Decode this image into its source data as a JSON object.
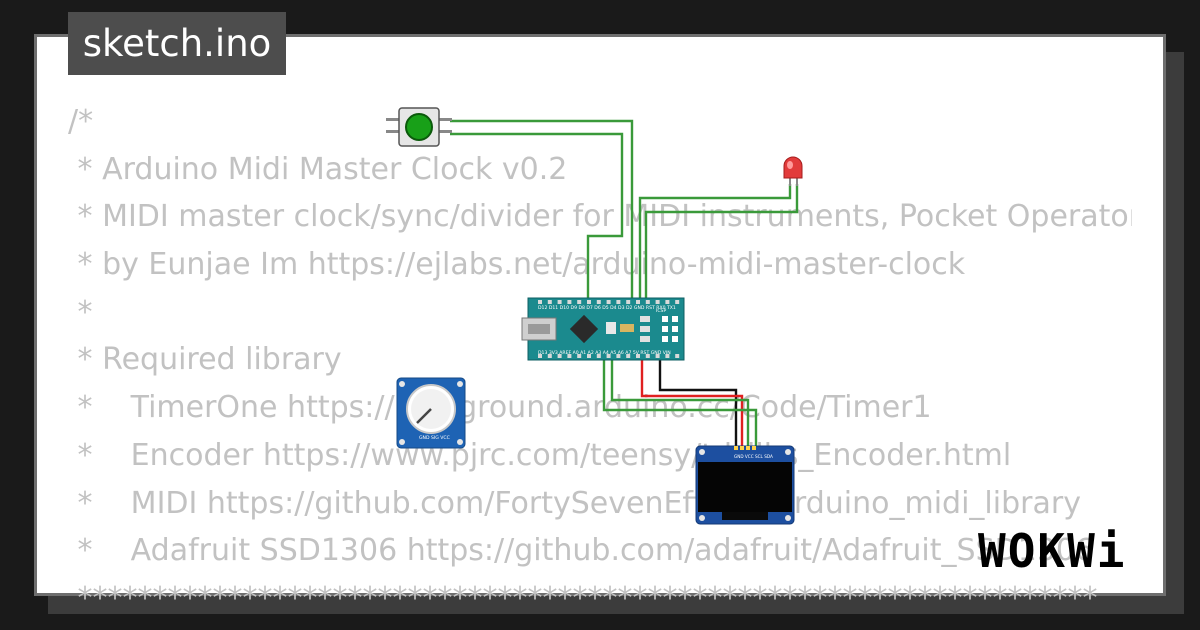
{
  "tab": {
    "title": "sketch.ino"
  },
  "code_lines": [
    "/*",
    " * Arduino Midi Master Clock v0.2",
    " * MIDI master clock/sync/divider for MIDI instruments, Pocket Operators",
    " * by Eunjae Im https://ejlabs.net/arduino-midi-master-clock",
    " *",
    " * Required library",
    " *    TimerOne https://playground.arduino.cc/Code/Timer1",
    " *    Encoder https://www.pjrc.com/teensy/td_libs_Encoder.html",
    " *    MIDI https://github.com/FortySevenEffects/arduino_midi_library",
    " *    Adafruit SSD1306 https://github.com/adafruit/Adafruit_SSD1306",
    " ********************************************************************"
  ],
  "brand": {
    "name": "WOKWi"
  },
  "circuit": {
    "nano_top_pins": "D12 D11 D10 D9 D8 D7 D6 D5 D4 D3 D2 GND RST RX0 TX1",
    "nano_bottom_pins": "D13 3V3 AREF A0 A1 A2 A3 A4 A5 A6 A7 5V RST GND VIN",
    "nano_icsp": "ICSP",
    "oled_pins": "GND VCC SCL SDA",
    "pot_pins": "GND SIG VCC",
    "colors": {
      "wire_green": "#3a9a3a",
      "wire_red": "#e02020",
      "wire_black": "#111111",
      "nano": "#1b8a8e",
      "pot": "#1e63b4",
      "oled": "#1d4fa0"
    }
  }
}
